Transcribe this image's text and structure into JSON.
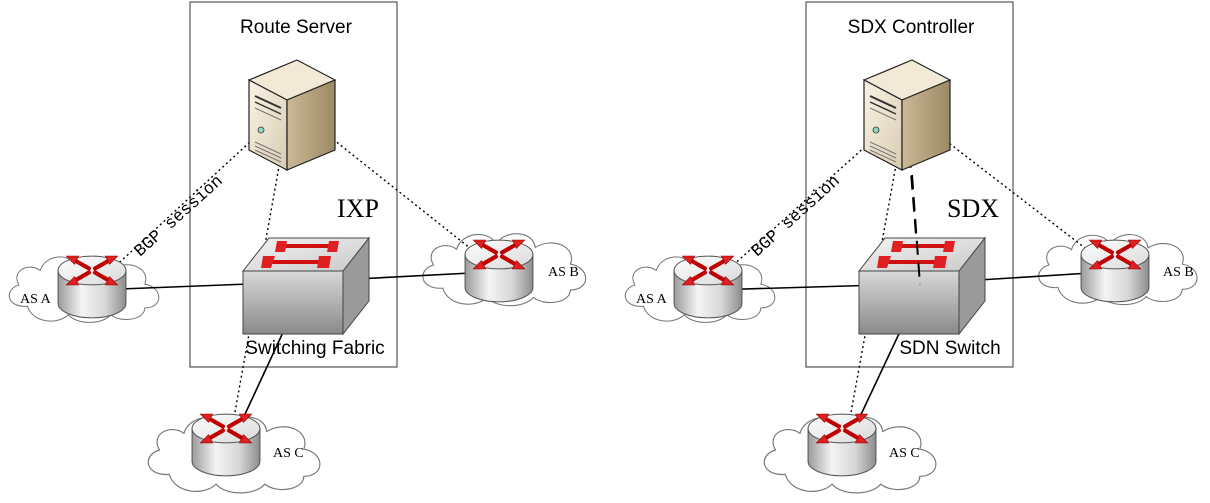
{
  "left_diagram": {
    "server_label": "Route Server",
    "domain_label": "IXP",
    "switch_label": "Switching Fabric",
    "session_label": "BGP session",
    "as_a": "AS A",
    "as_b": "AS B",
    "as_c": "AS C"
  },
  "right_diagram": {
    "server_label": "SDX Controller",
    "domain_label": "SDX",
    "switch_label": "SDN Switch",
    "session_label": "BGP session",
    "as_a": "AS A",
    "as_b": "AS B",
    "as_c": "AS C"
  },
  "colors": {
    "router_arrow": "#e02020",
    "line": "#000000",
    "cloud_stroke": "#666666"
  }
}
